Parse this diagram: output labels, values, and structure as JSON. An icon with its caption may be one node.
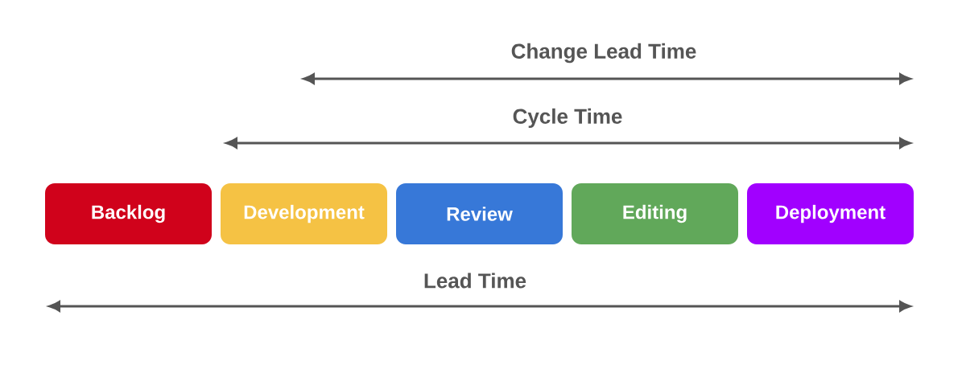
{
  "diagram": {
    "nodes": [
      {
        "text": [
          "Backlog"
        ]
      },
      {
        "text": [
          "Development"
        ]
      },
      {
        "text": [
          "Review"
        ]
      },
      {
        "text": [
          "Editing"
        ]
      },
      {
        "text": [
          "Deployment"
        ]
      }
    ],
    "labels": [
      "Change Lead Time",
      "Cycle Time",
      "Lead Time"
    ]
  }
}
